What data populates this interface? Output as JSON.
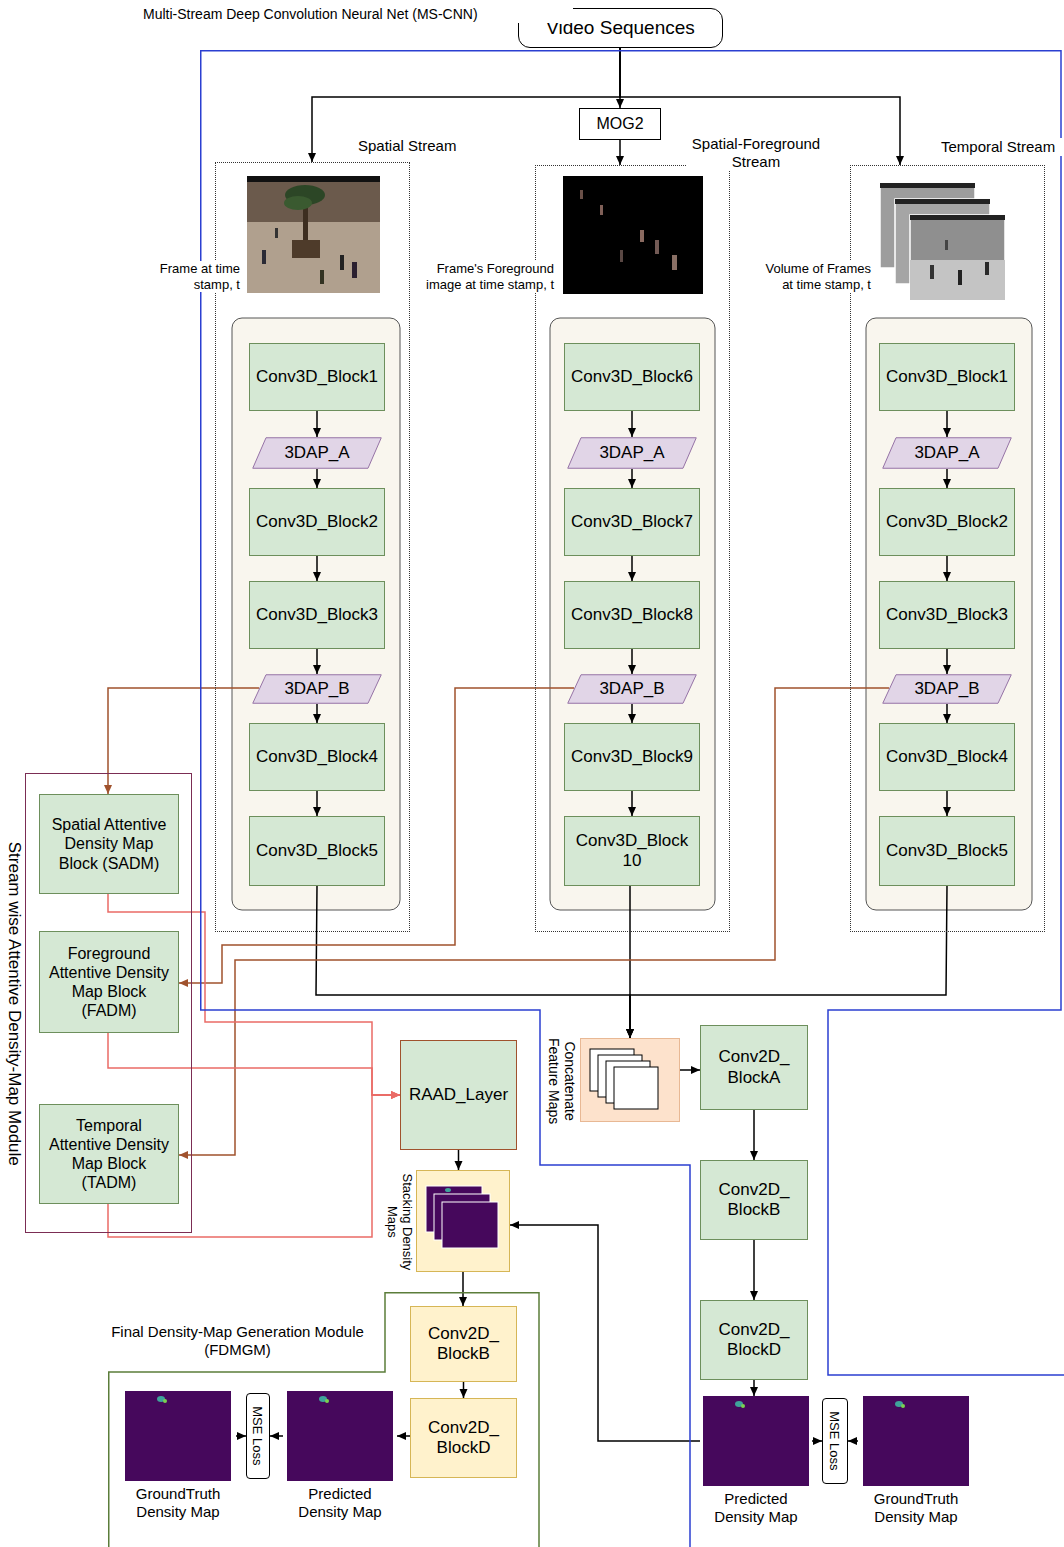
{
  "diagram": {
    "nodes": [
      {
        "text": [
          "Video Sequences"
        ]
      },
      {
        "text": [
          "Multi-Stream Deep Convolution Neural Net (MS-CNN)"
        ]
      },
      {
        "text": [
          "MOG2"
        ],
        "in": 1
      },
      {
        "text": [
          "Spatial Stream",
          "Frame at time stamp, t"
        ],
        "in": 1
      },
      {
        "text": [
          "Conv3D_Block1"
        ],
        "in": 3
      },
      {
        "text": [
          "3DAP_A"
        ],
        "in": 3
      },
      {
        "text": [
          "Conv3D_Block2"
        ],
        "in": 3
      },
      {
        "text": [
          "Conv3D_Block3"
        ],
        "in": 3
      },
      {
        "text": [
          "3DAP_B"
        ],
        "in": 3
      },
      {
        "text": [
          "Conv3D_Block4"
        ],
        "in": 3
      },
      {
        "text": [
          "Conv3D_Block5"
        ],
        "in": 3
      },
      {
        "text": [
          "Spatial-Foreground Stream",
          "Frame's Foreground image at time stamp, t"
        ],
        "in": 1
      },
      {
        "text": [
          "Conv3D_Block6"
        ],
        "in": 11
      },
      {
        "text": [
          "3DAP_A"
        ],
        "in": 11
      },
      {
        "text": [
          "Conv3D_Block7"
        ],
        "in": 11
      },
      {
        "text": [
          "Conv3D_Block8"
        ],
        "in": 11
      },
      {
        "text": [
          "3DAP_B"
        ],
        "in": 11
      },
      {
        "text": [
          "Conv3D_Block9"
        ],
        "in": 11
      },
      {
        "text": [
          "Conv3D_Block 10"
        ],
        "in": 11
      },
      {
        "text": [
          "Temporal Stream",
          "Volume of Frames at time stamp, t"
        ],
        "in": 1
      },
      {
        "text": [
          "Conv3D_Block1"
        ],
        "in": 19
      },
      {
        "text": [
          "3DAP_A"
        ],
        "in": 19
      },
      {
        "text": [
          "Conv3D_Block2"
        ],
        "in": 19
      },
      {
        "text": [
          "Conv3D_Block3"
        ],
        "in": 19
      },
      {
        "text": [
          "3DAP_B"
        ],
        "in": 19
      },
      {
        "text": [
          "Conv3D_Block4"
        ],
        "in": 19
      },
      {
        "text": [
          "Conv3D_Block5"
        ],
        "in": 19
      },
      {
        "text": [
          "Stream wise Attentive Density-Map Module"
        ]
      },
      {
        "text": [
          "Spatial Attentive Density Map Block (SADM)"
        ],
        "in": 27
      },
      {
        "text": [
          "Foreground Attentive Density Map Block (FADM)"
        ],
        "in": 27
      },
      {
        "text": [
          "Temporal Attentive Density Map Block (TADM)"
        ],
        "in": 27
      },
      {
        "text": [
          "RAAD_Layer"
        ]
      },
      {
        "text": [
          "Stacking Density Maps"
        ]
      },
      {
        "text": [
          "Concatenate Feature Maps"
        ],
        "in": 1
      },
      {
        "text": [
          "Conv2D_ BlockA"
        ],
        "in": 1
      },
      {
        "text": [
          "Conv2D_ BlockB"
        ],
        "in": 1
      },
      {
        "text": [
          "Conv2D_ BlockD"
        ],
        "in": 1
      },
      {
        "text": [
          "Predicted Density Map"
        ],
        "in": 1
      },
      {
        "text": [
          "MSE Loss"
        ],
        "in": 1
      },
      {
        "text": [
          "GroundTruth Density Map"
        ],
        "in": 1
      },
      {
        "text": [
          "Final Density-Map Generation Module (FDMGM)"
        ]
      },
      {
        "text": [
          "Conv2D_ BlockB"
        ],
        "in": 40
      },
      {
        "text": [
          "Conv2D_ BlockD"
        ],
        "in": 40
      },
      {
        "text": [
          "Predicted Density Map"
        ],
        "in": 40
      },
      {
        "text": [
          "MSE Loss"
        ],
        "in": 40
      },
      {
        "text": [
          "GroundTruth Density Map"
        ],
        "in": 40
      }
    ],
    "edges": [
      {
        "from": 0,
        "to": 3,
        "arrow": "to"
      },
      {
        "from": 0,
        "to": 2,
        "arrow": "to"
      },
      {
        "from": 2,
        "to": 11,
        "arrow": "to"
      },
      {
        "from": 0,
        "to": 19,
        "arrow": "to"
      },
      {
        "from": 4,
        "to": 5,
        "arrow": "to"
      },
      {
        "from": 5,
        "to": 6,
        "arrow": "to"
      },
      {
        "from": 6,
        "to": 7,
        "arrow": "to"
      },
      {
        "from": 7,
        "to": 8,
        "arrow": "to"
      },
      {
        "from": 8,
        "to": 9,
        "arrow": "to"
      },
      {
        "from": 9,
        "to": 10,
        "arrow": "to"
      },
      {
        "from": 12,
        "to": 13,
        "arrow": "to"
      },
      {
        "from": 13,
        "to": 14,
        "arrow": "to"
      },
      {
        "from": 14,
        "to": 15,
        "arrow": "to"
      },
      {
        "from": 15,
        "to": 16,
        "arrow": "to"
      },
      {
        "from": 16,
        "to": 17,
        "arrow": "to"
      },
      {
        "from": 17,
        "to": 18,
        "arrow": "to"
      },
      {
        "from": 20,
        "to": 21,
        "arrow": "to"
      },
      {
        "from": 21,
        "to": 22,
        "arrow": "to"
      },
      {
        "from": 22,
        "to": 23,
        "arrow": "to"
      },
      {
        "from": 23,
        "to": 24,
        "arrow": "to"
      },
      {
        "from": 24,
        "to": 25,
        "arrow": "to"
      },
      {
        "from": 25,
        "to": 26,
        "arrow": "to"
      },
      {
        "from": 10,
        "to": 33,
        "arrow": "to"
      },
      {
        "from": 18,
        "to": 33,
        "arrow": "to"
      },
      {
        "from": 26,
        "to": 33,
        "arrow": "to"
      },
      {
        "from": 8,
        "to": 28,
        "arrow": "to"
      },
      {
        "from": 16,
        "to": 29,
        "arrow": "to"
      },
      {
        "from": 24,
        "to": 30,
        "arrow": "to"
      },
      {
        "from": 28,
        "to": 31,
        "arrow": "to"
      },
      {
        "from": 29,
        "to": 31,
        "arrow": "to"
      },
      {
        "from": 30,
        "to": 31,
        "arrow": "to"
      },
      {
        "from": 33,
        "to": 34,
        "arrow": "to"
      },
      {
        "from": 34,
        "to": 35,
        "arrow": "to"
      },
      {
        "from": 35,
        "to": 36,
        "arrow": "to"
      },
      {
        "from": 36,
        "to": 37,
        "arrow": "to"
      },
      {
        "from": 37,
        "to": 38,
        "arrow": "to"
      },
      {
        "from": 39,
        "to": 38,
        "arrow": "to"
      },
      {
        "from": 37,
        "to": 32,
        "arrow": "to"
      },
      {
        "from": 31,
        "to": 32,
        "arrow": "to"
      },
      {
        "from": 32,
        "to": 41,
        "arrow": "to"
      },
      {
        "from": 41,
        "to": 42,
        "arrow": "to"
      },
      {
        "from": 42,
        "to": 43,
        "arrow": "to"
      },
      {
        "from": 43,
        "to": 44,
        "arrow": "to"
      },
      {
        "from": 45,
        "to": 44,
        "arrow": "to"
      }
    ]
  }
}
